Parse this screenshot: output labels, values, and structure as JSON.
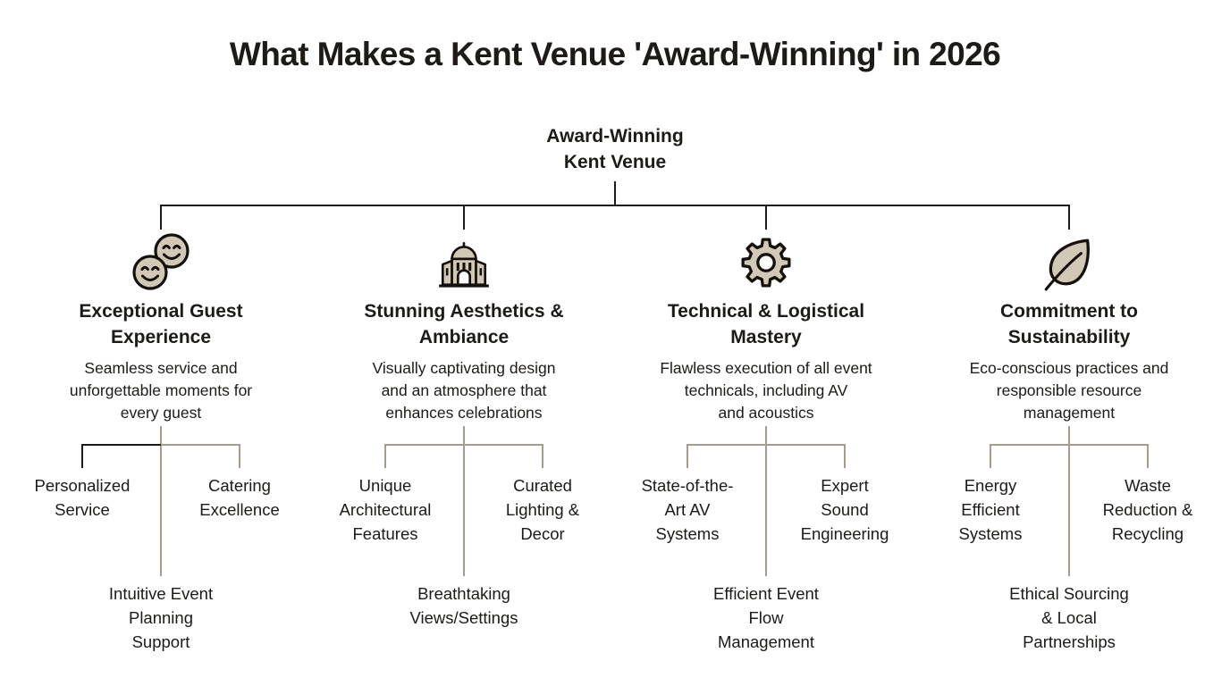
{
  "title": "What Makes a Kent Venue 'Award-Winning' in 2026",
  "root_label": "Award-Winning\nKent Venue",
  "colors": {
    "background": "#ffffff",
    "text": "#1d1a17",
    "connector_dark": "#1d1a17",
    "connector_tan": "#a59c8f",
    "icon_fill": "#d2c8b6",
    "icon_stroke": "#14100c"
  },
  "branches": [
    {
      "icon": "smiling-faces-icon",
      "title": "Exceptional Guest\nExperience",
      "description": "Seamless service and\nunforgettable moments for\nevery guest",
      "children": {
        "left": "Personalized\nService",
        "right": "Catering\nExcellence",
        "bottom": "Intuitive Event\nPlanning\nSupport"
      }
    },
    {
      "icon": "venue-building-icon",
      "title": "Stunning Aesthetics &\nAmbiance",
      "description": "Visually captivating design\nand an atmosphere that\nenhances celebrations",
      "children": {
        "left": "Unique\nArchitectural\nFeatures",
        "right": "Curated\nLighting &\nDecor",
        "bottom": "Breathtaking\nViews/Settings"
      }
    },
    {
      "icon": "gear-icon",
      "title": "Technical & Logistical\nMastery",
      "description": "Flawless execution of all event\ntechnicals, including AV\nand acoustics",
      "children": {
        "left": "State-of-the-\nArt AV\nSystems",
        "right": "Expert\nSound\nEngineering",
        "bottom": "Efficient Event\nFlow\nManagement"
      }
    },
    {
      "icon": "leaf-icon",
      "title": "Commitment to\nSustainability",
      "description": "Eco-conscious practices and\nresponsible resource\nmanagement",
      "children": {
        "left": "Energy\nEfficient\nSystems",
        "right": "Waste\nReduction &\nRecycling",
        "bottom": "Ethical Sourcing\n& Local\nPartnerships"
      }
    }
  ]
}
